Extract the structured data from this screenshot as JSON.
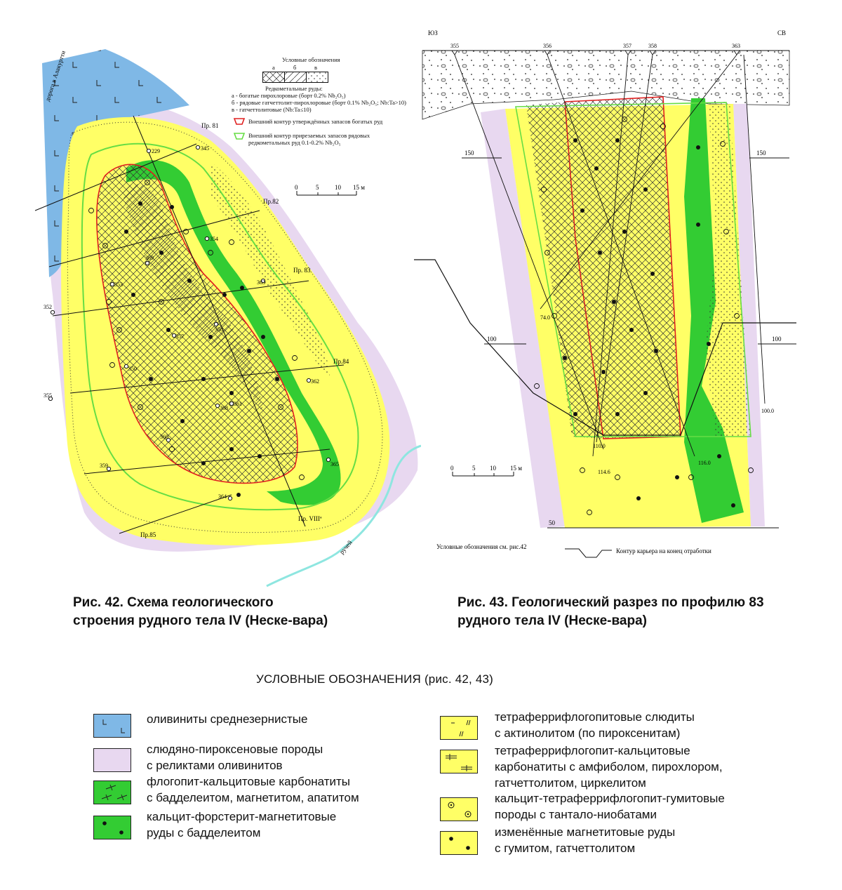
{
  "fig42": {
    "caption_line1": "Рис. 42. Схема геологического",
    "caption_line2": "строения рудного тела IV (Неске-вара)",
    "road_label": "дорога в Алакуртти",
    "stream_label": "ручей",
    "profiles": [
      "Пр. 81",
      "Пр.82",
      "Пр. 83",
      "Пр.84",
      "Пр.85",
      "Пр. VIIIª"
    ],
    "wells": [
      "229",
      "345",
      "354",
      "369",
      "353",
      "352",
      "363",
      "358",
      "357",
      "350",
      "362",
      "355",
      "368",
      "361",
      "360",
      "365",
      "359",
      "364"
    ],
    "scale": {
      "ticks": [
        "0",
        "5",
        "10",
        "15 м"
      ]
    },
    "inset_legend": {
      "title": "Условные обозначения",
      "letters": [
        "а",
        "б",
        "в"
      ],
      "ores_title": "Редкометальные руды:",
      "ore_a": "а - богатые пирохлоровые (борт 0.2% Nb₂O₅)",
      "ore_b": "б - рядовые гатчеттолит-пирохлоровые (борт 0.1% Nb₂O₅; Nb:Ta>10)",
      "ore_c": "в - гатчеттолитовые (Nb:Ta≤10)",
      "red_contour": "Внешний контур утверждённых запасов богатых руд",
      "green_contour_line1": "Внешний контур прирезаемых запасов рядовых",
      "green_contour_line2": "редкометальных руд 0.1-0.2% Nb₂O₅"
    }
  },
  "fig43": {
    "caption_line1": "Рис. 43. Геологический разрез по профилю 83",
    "caption_line2": "рудного тела IV (Неске-вара)",
    "sw": "ЮЗ",
    "ne": "СВ",
    "wells": [
      "355",
      "356",
      "357",
      "358",
      "363"
    ],
    "levels": [
      "150",
      "150",
      "100",
      "100",
      "50"
    ],
    "depths": [
      "74.0",
      "110.0",
      "114.6",
      "116.0",
      "100.0"
    ],
    "scale": {
      "ticks": [
        "0",
        "5",
        "10",
        "15 м"
      ]
    },
    "legend_ref": "Условные обозначения см. рис.42",
    "pit_contour": "Контур карьера на конец отработки"
  },
  "legend": {
    "title": "УСЛОВНЫЕ ОБОЗНАЧЕНИЯ (рис. 42, 43)",
    "left": [
      {
        "fill": "#7fb8e6",
        "text1": "оливиниты среднезернистые",
        "text2": ""
      },
      {
        "fill": "#e8d8f0",
        "text1": "слюдяно-пироксеновые породы",
        "text2": "с реликтами оливинитов"
      },
      {
        "fill": "#33cc33",
        "text1": "флогопит-кальцитовые карбонатиты",
        "text2": "с бадделеитом, магнетитом, апатитом"
      },
      {
        "fill": "#33cc33",
        "text1": "кальцит-форстерит-магнетитовые",
        "text2": "руды с бадделеитом"
      }
    ],
    "right": [
      {
        "fill": "#ffff66",
        "text1": "тетраферрифлогопитовые слюдиты",
        "text2": "с актинолитом (по пироксенитам)",
        "text3": ""
      },
      {
        "fill": "#ffff66",
        "text1": "тетраферрифлогопит-кальцитовые",
        "text2": "карбонатиты с амфиболом, пирохлором,",
        "text3": "гатчеттолитом, циркелитом"
      },
      {
        "fill": "#ffff66",
        "text1": "кальцит-тетраферрифлогопит-гумитовые",
        "text2": "породы с тантало-ниобатами",
        "text3": ""
      },
      {
        "fill": "#ffff66",
        "text1": "изменённые магнетитовые руды",
        "text2": "с гумитом, гатчеттолитом",
        "text3": ""
      }
    ]
  },
  "colors": {
    "olivinite": "#7fb8e6",
    "pyroxene": "#e8d8f0",
    "carbonatite": "#33cc33",
    "yellow": "#ffff66",
    "red_contour": "#e02020",
    "green_contour": "#66dd44",
    "stream": "#8ee6e0"
  }
}
